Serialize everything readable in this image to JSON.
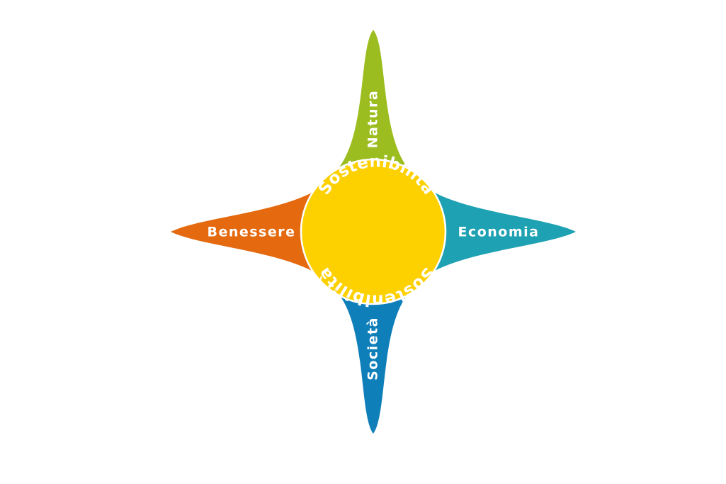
{
  "diagram": {
    "center": {
      "label_top": "Sostenibilità",
      "label_bottom": "Sostenibilità",
      "color": "#FDD000"
    },
    "arms": {
      "top": {
        "label": "Natura",
        "color": "#9CBD1F"
      },
      "right": {
        "label": "Economia",
        "color": "#1EA2B3"
      },
      "bottom": {
        "label": "Società",
        "color": "#0F7FBA"
      },
      "left": {
        "label": "Benessere",
        "color": "#E4690F"
      }
    }
  }
}
